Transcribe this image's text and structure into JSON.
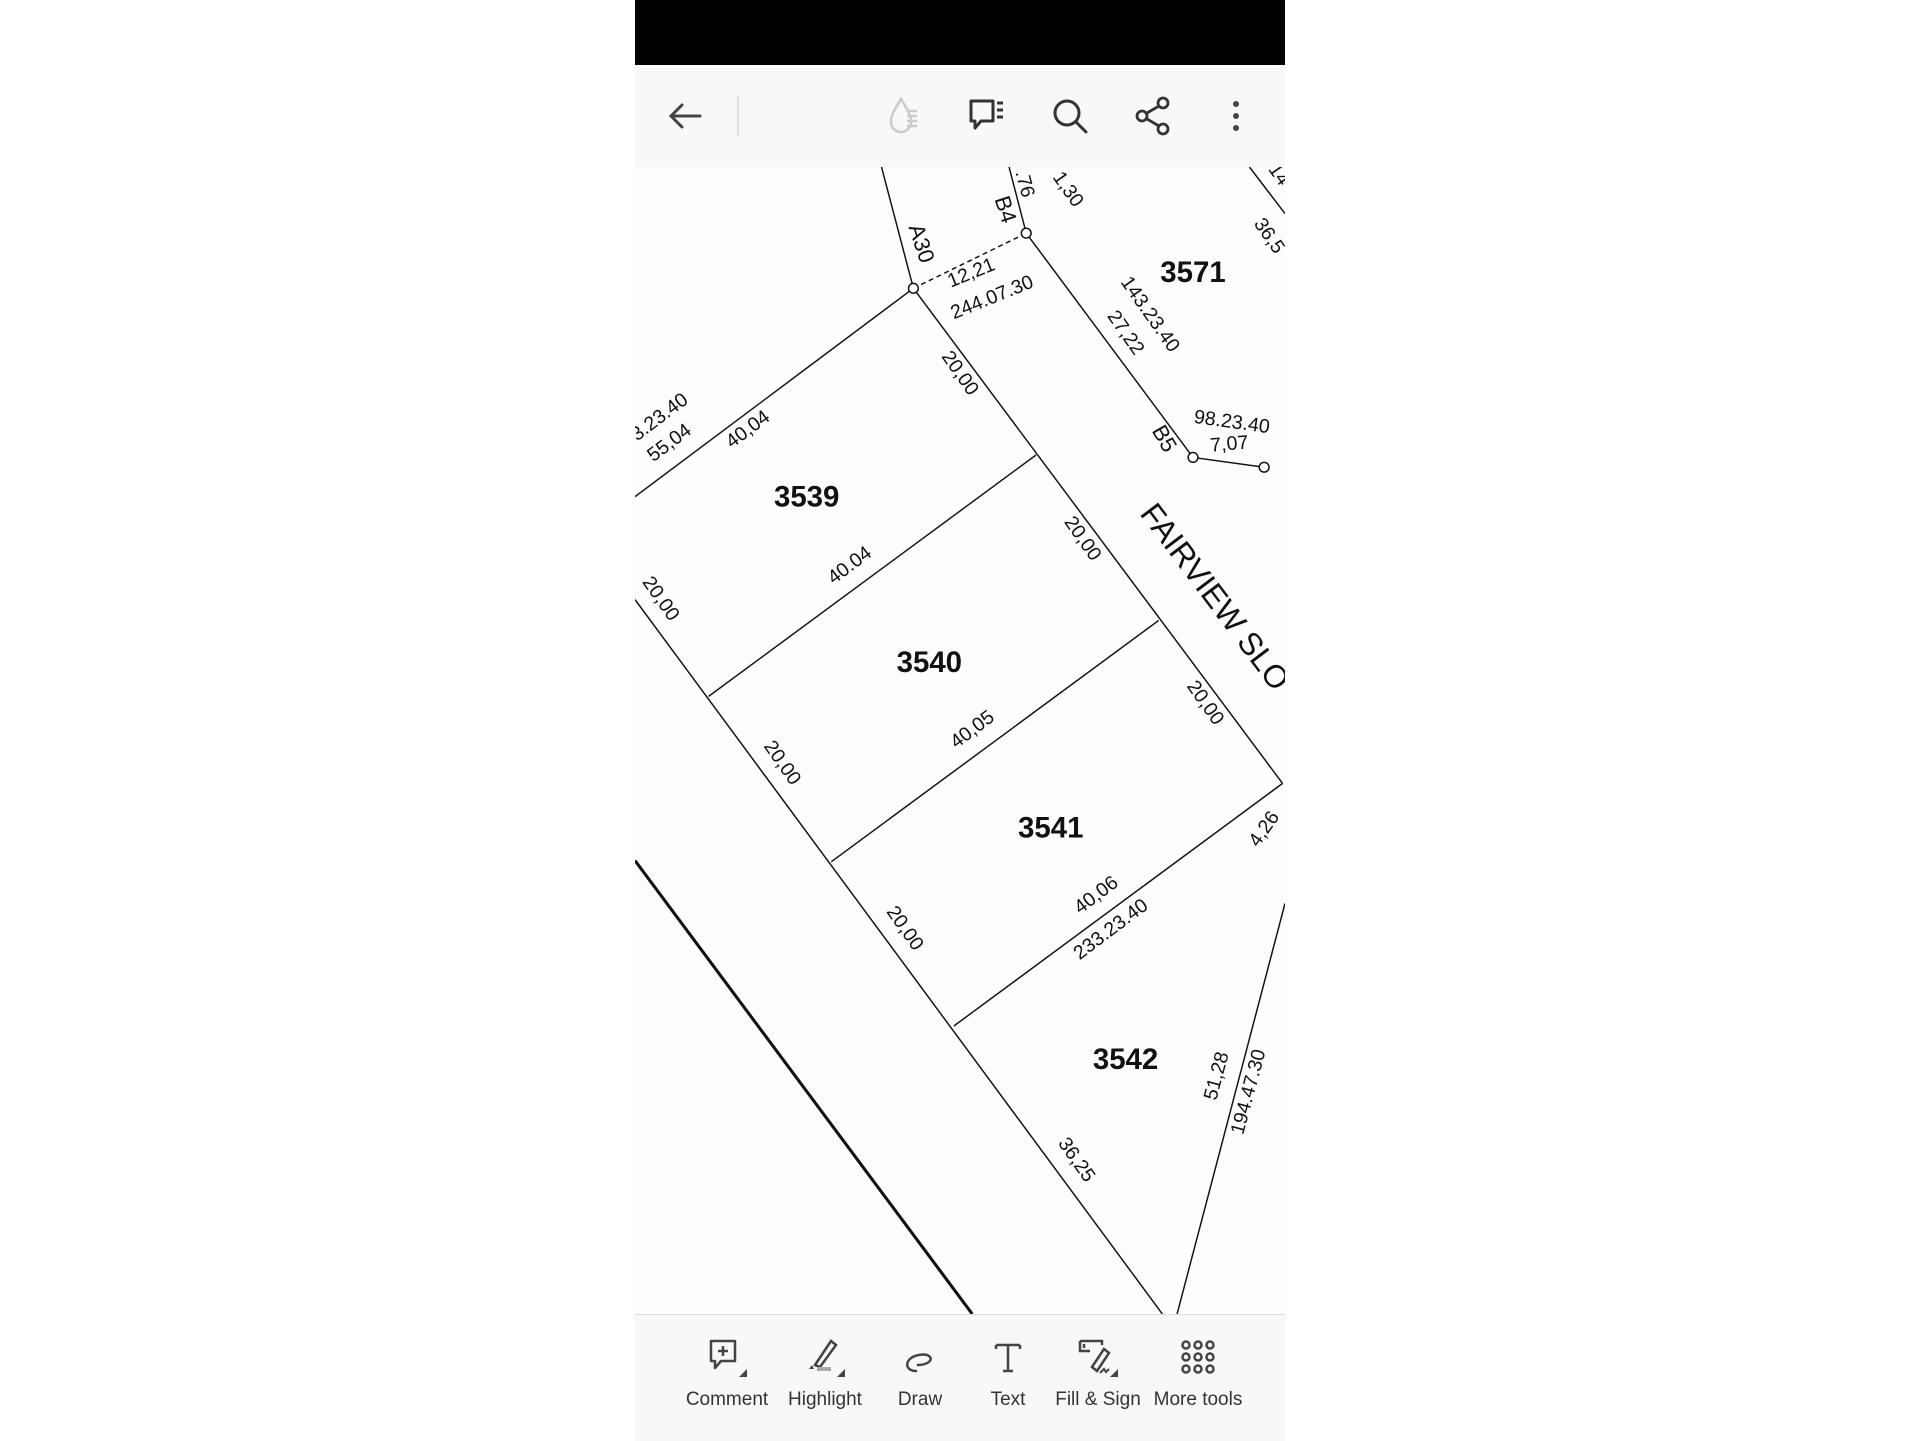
{
  "toolbar": {
    "icons": [
      "back-arrow-icon",
      "liquid-mode-icon",
      "comments-list-icon",
      "search-icon",
      "share-icon",
      "more-vertical-icon"
    ]
  },
  "map": {
    "lots": [
      {
        "id": "3539"
      },
      {
        "id": "3540"
      },
      {
        "id": "3541"
      },
      {
        "id": "3542"
      },
      {
        "id": "3571"
      }
    ],
    "street": "FAIRVIEW SLO",
    "points": [
      "A30",
      "B4",
      "B5"
    ],
    "dimensions": [
      "12,21",
      "244.07.30",
      "1,30",
      ".76",
      "143.23.40",
      "27,22",
      "98.23.40",
      "7,07",
      "3.23.40",
      "55,04",
      "40,04",
      "20,00",
      "40.04",
      "20,00",
      "20,00",
      "40,05",
      "20,00",
      "20,00",
      "20,00",
      "40,06",
      "233.23.40",
      "4,26",
      "51,28",
      "194.47.30",
      "36,25",
      "36,5",
      "14"
    ]
  },
  "bottom_tools": [
    {
      "label": "Comment",
      "icon": "comment-add-icon"
    },
    {
      "label": "Highlight",
      "icon": "highlighter-icon"
    },
    {
      "label": "Draw",
      "icon": "draw-icon"
    },
    {
      "label": "Text",
      "icon": "text-icon"
    },
    {
      "label": "Fill & Sign",
      "icon": "fill-sign-icon"
    },
    {
      "label": "More tools",
      "icon": "grid-icon"
    }
  ]
}
